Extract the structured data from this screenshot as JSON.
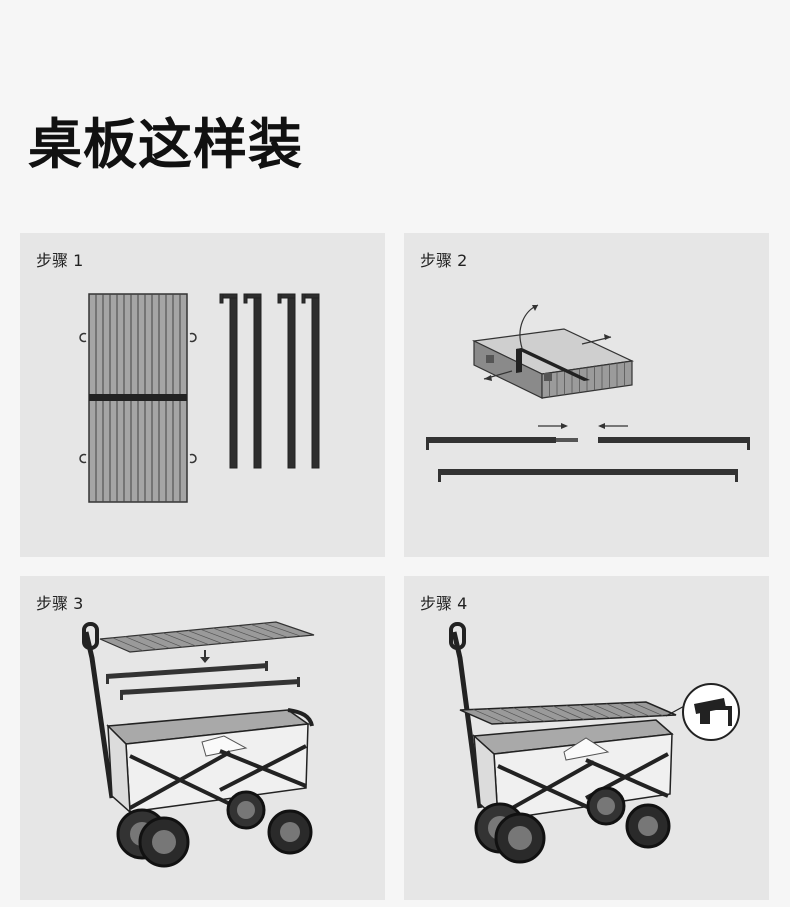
{
  "page": {
    "title": "桌板这样装"
  },
  "steps": [
    {
      "label": "步骤 1"
    },
    {
      "label": "步骤 2"
    },
    {
      "label": "步骤 3"
    },
    {
      "label": "步骤 4"
    }
  ],
  "colors": {
    "panel": "#e6e6e6",
    "line": "#2a2a2a",
    "slat": "#9a9a9a",
    "background": "#f6f6f6"
  }
}
